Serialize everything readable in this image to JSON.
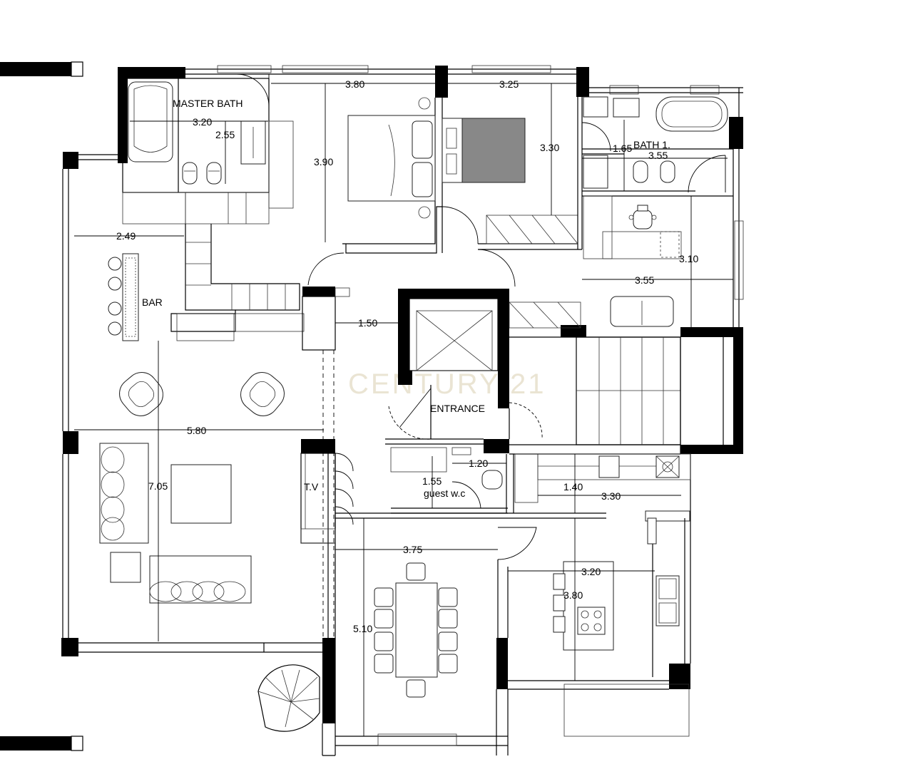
{
  "room_labels": {
    "master_bath": "MASTER BATH",
    "bath_1": "BATH 1.",
    "bar": "BAR",
    "entrance": "ENTRANCE",
    "tv": "T.V",
    "guest_wc": "guest w.c"
  },
  "dimensions": {
    "d380": "3.80",
    "d325": "3.25",
    "d320_master": "3.20",
    "d255": "2.55",
    "d390": "3.90",
    "d330_bed": "3.30",
    "d165": "1.65",
    "d355_bath": "3.55",
    "d249": "2.49",
    "d310": "3.10",
    "d355_lounge": "3.55",
    "d150": "1.50",
    "d580": "5.80",
    "d705": "7.05",
    "d120": "1.20",
    "d155": "1.55",
    "d140": "1.40",
    "d330_kitchen": "3.30",
    "d375": "3.75",
    "d510": "5.10",
    "d320_kitchen": "3.20",
    "d380_kitchen": "3.80"
  },
  "watermark": {
    "brand": "CENTURY 21"
  },
  "colors": {
    "wall": "#000000",
    "background": "#ffffff",
    "watermark": "#d9cfb0"
  }
}
